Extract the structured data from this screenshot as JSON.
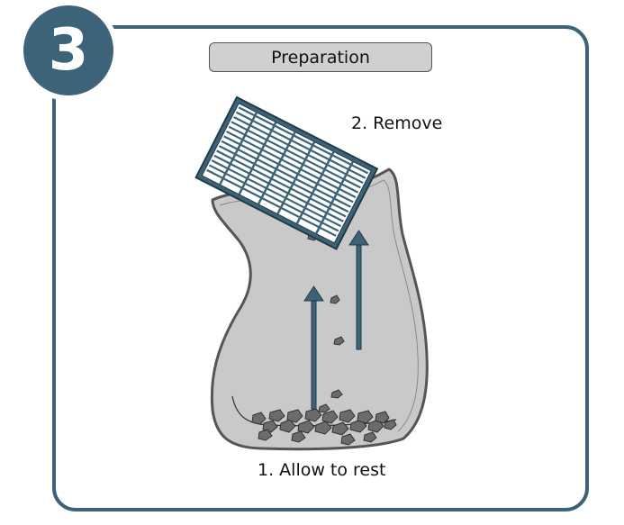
{
  "step": {
    "number": "3"
  },
  "header": {
    "title": "Preparation"
  },
  "labels": {
    "remove": "2. Remove",
    "rest": "1. Allow to rest"
  },
  "colors": {
    "accent": "#3d6378",
    "bag_fill": "#c9c9c9",
    "bag_outline": "#555555",
    "sediment": "#6b6b6b",
    "arrow": "#3d6378"
  },
  "icons": [
    "filter-cartridge-icon",
    "bag-icon",
    "sediment-icon",
    "up-arrow-icon"
  ]
}
